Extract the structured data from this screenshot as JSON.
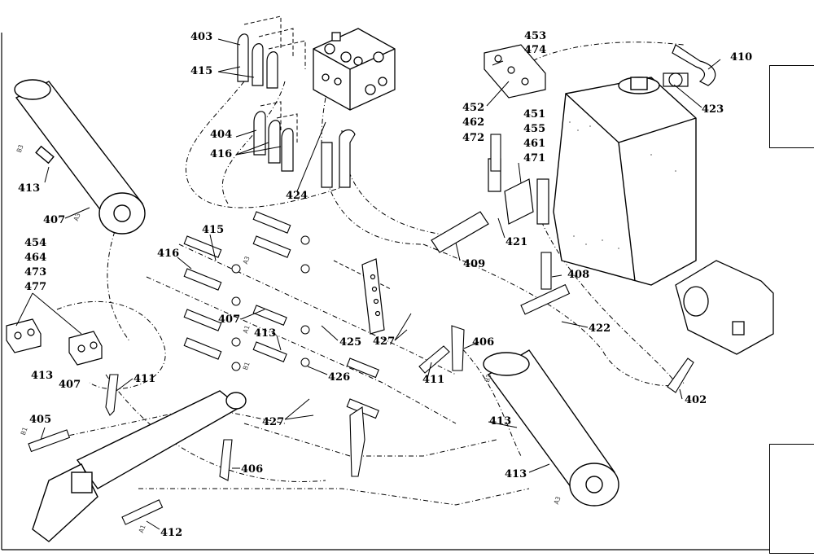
{
  "diagram": {
    "callouts": [
      "403",
      "415",
      "453",
      "474",
      "410",
      "423",
      "452",
      "462",
      "472",
      "451",
      "455",
      "461",
      "471",
      "404",
      "416",
      "424",
      "421",
      "409",
      "408",
      "422",
      "413",
      "407",
      "454",
      "464",
      "473",
      "477",
      "425",
      "427",
      "406",
      "426",
      "411",
      "402",
      "405",
      "412"
    ],
    "tab_markers": [
      "upper-right-tab",
      "lower-right-tab"
    ],
    "port_marks": [
      "B3",
      "A3",
      "A1",
      "B1",
      "A2",
      "B2"
    ]
  }
}
